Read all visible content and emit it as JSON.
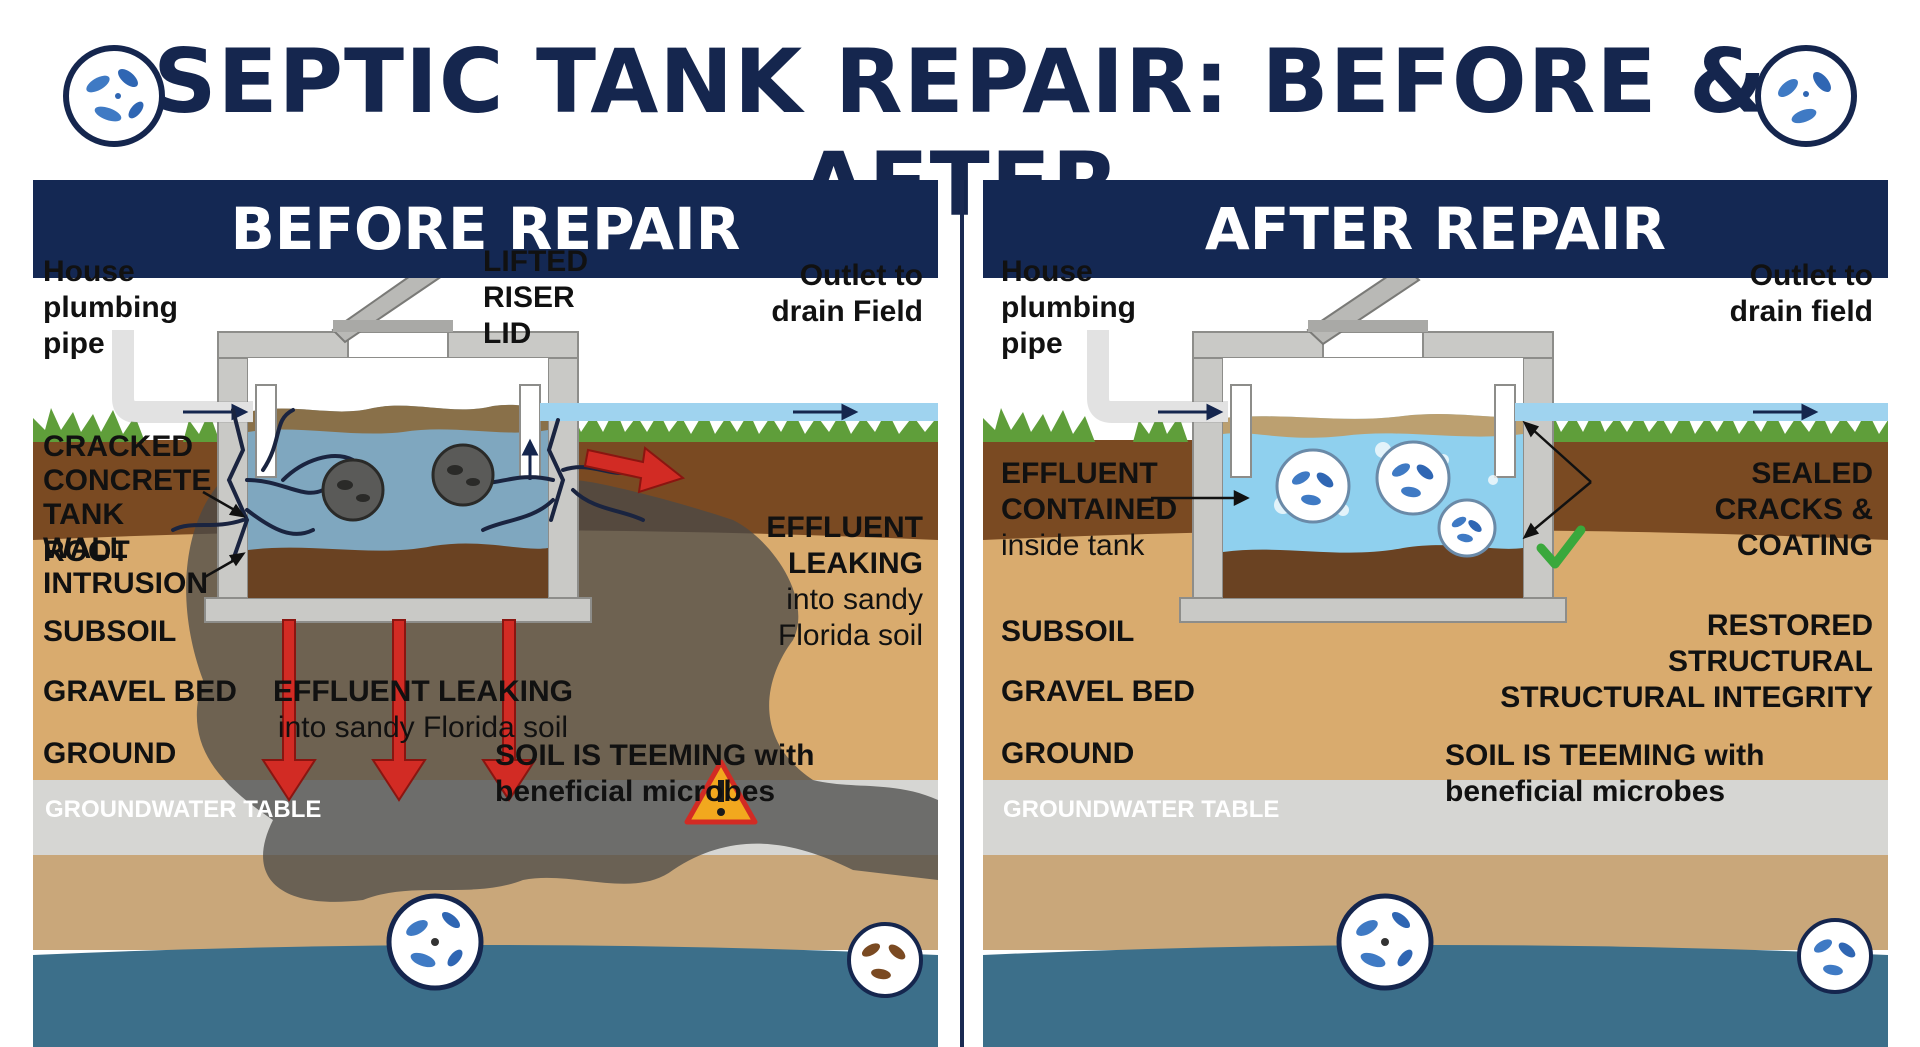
{
  "title": "SEPTIC TANK REPAIR: BEFORE & AFTER",
  "icons": [
    "microbe-badge-icon",
    "warning-icon",
    "checkmark-icon",
    "arrow-icon"
  ],
  "colors": {
    "navy": "#142853",
    "grass": "#5f9e3a",
    "topsoil": "#7a4a22",
    "sand": "#d9ab6e",
    "gravel": "#d6d6d3",
    "ground": "#c9a77a",
    "groundwater": "#3c6f8a",
    "water_before": "#7fa7bf",
    "water_after": "#8fd0ee",
    "leak_arrow": "#d22b24",
    "check": "#3aa83c"
  },
  "before": {
    "banner": "BEFORE REPAIR",
    "house_pipe": "House plumbing pipe",
    "lifted_lid": "LIFTED RISER LID",
    "outlet": "Outlet to drain Field",
    "cracked_wall": "CRACKED CONCRETE TANK WALL",
    "root_intrusion": "ROOT INTRUSION",
    "subsoil": "SUBSOIL",
    "gravel_bed": "GRAVEL BED",
    "ground": "GROUND",
    "groundwater": "GROUNDWATER TABLE",
    "effluent_side_1": "EFFLUENT",
    "effluent_side_2": "LEAKING",
    "effluent_side_3": "into sandy",
    "effluent_side_4": "Florida soil",
    "effluent_bottom_1": "EFFLUENT LEAKING",
    "effluent_bottom_2": "into sandy Florida soil",
    "microbes_1": "SOIL IS TEEMING with",
    "microbes_2": "beneficial microbes"
  },
  "after": {
    "banner": "AFTER REPAIR",
    "house_pipe": "House plumbing pipe",
    "outlet": "Outlet to drain field",
    "effluent_contained_1": "EFFLUENT",
    "effluent_contained_2": "CONTAINED",
    "effluent_contained_3": "inside tank",
    "sealed_1": "SEALED",
    "sealed_2": "CRACKS &",
    "sealed_3": "COATING",
    "subsoil": "SUBSOIL",
    "restored_1": "RESTORED",
    "restored_2": "STRUCTURAL",
    "restored_3": "STRUCTURAL INTEGRITY",
    "gravel_bed": "GRAVEL BED",
    "ground": "GROUND",
    "groundwater": "GROUNDWATER TABLE",
    "microbes_1": "SOIL IS TEEMING with",
    "microbes_2": "beneficial microbes"
  }
}
